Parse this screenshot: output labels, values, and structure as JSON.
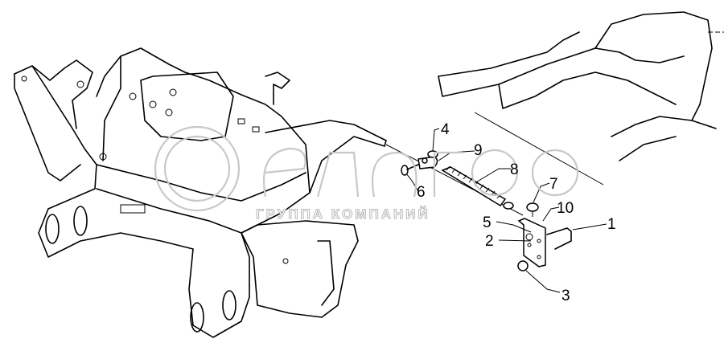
{
  "diagram": {
    "watermark": {
      "brand": "белагро",
      "subtitle": "ГРУППА КОМПАНИЙ"
    },
    "callouts": [
      {
        "id": "1",
        "label": "1"
      },
      {
        "id": "2",
        "label": "2"
      },
      {
        "id": "3",
        "label": "3"
      },
      {
        "id": "4",
        "label": "4"
      },
      {
        "id": "5",
        "label": "5"
      },
      {
        "id": "6",
        "label": "6"
      },
      {
        "id": "7",
        "label": "7"
      },
      {
        "id": "8",
        "label": "8"
      },
      {
        "id": "9",
        "label": "9"
      },
      {
        "id": "10",
        "label": "10"
      }
    ]
  }
}
